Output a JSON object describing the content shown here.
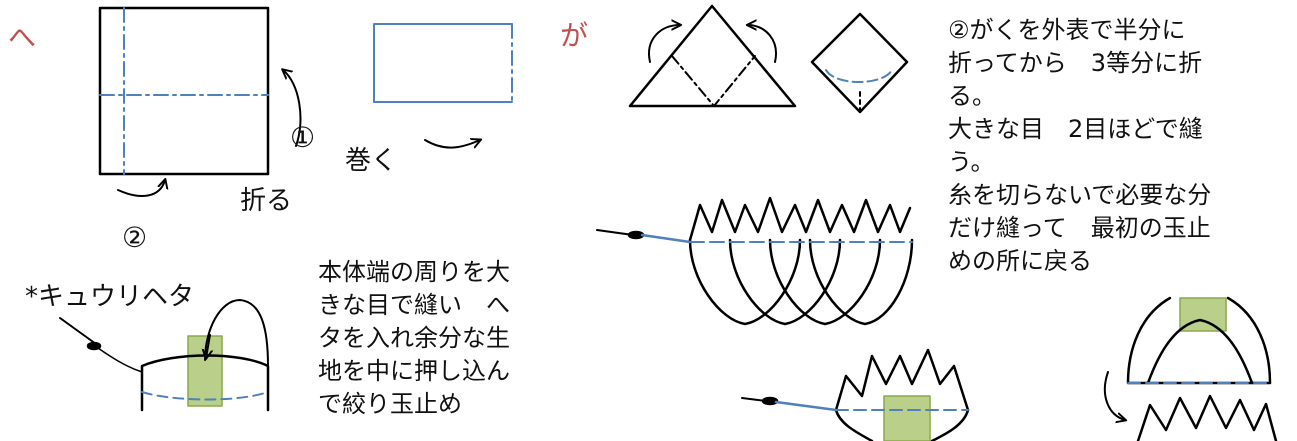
{
  "labels": {
    "he": "へ",
    "ga": "が",
    "circle1": "①",
    "circle2": "②",
    "maku": "巻く",
    "oru": "折る",
    "kyuuri_heta": "*キュウリヘタ"
  },
  "instructions_left": [
    "本体端の周りを大",
    "きな目で縫い　へ",
    "タを入れ余分な生",
    "地を中に押し込ん",
    "で絞り玉止め"
  ],
  "instructions_right": [
    "②がくを外表で半分に",
    "折ってから　3等分に折",
    "る。",
    "大きな目　2目ほどで縫",
    "う。",
    "糸を切らないで必要な分",
    "だけ縫って　最初の玉止",
    "めの所に戻る"
  ],
  "colors": {
    "accent_red": "#c0504d",
    "stitch_blue": "#4f81bd",
    "green_fill": "#9bbb59",
    "line_black": "#000000"
  }
}
